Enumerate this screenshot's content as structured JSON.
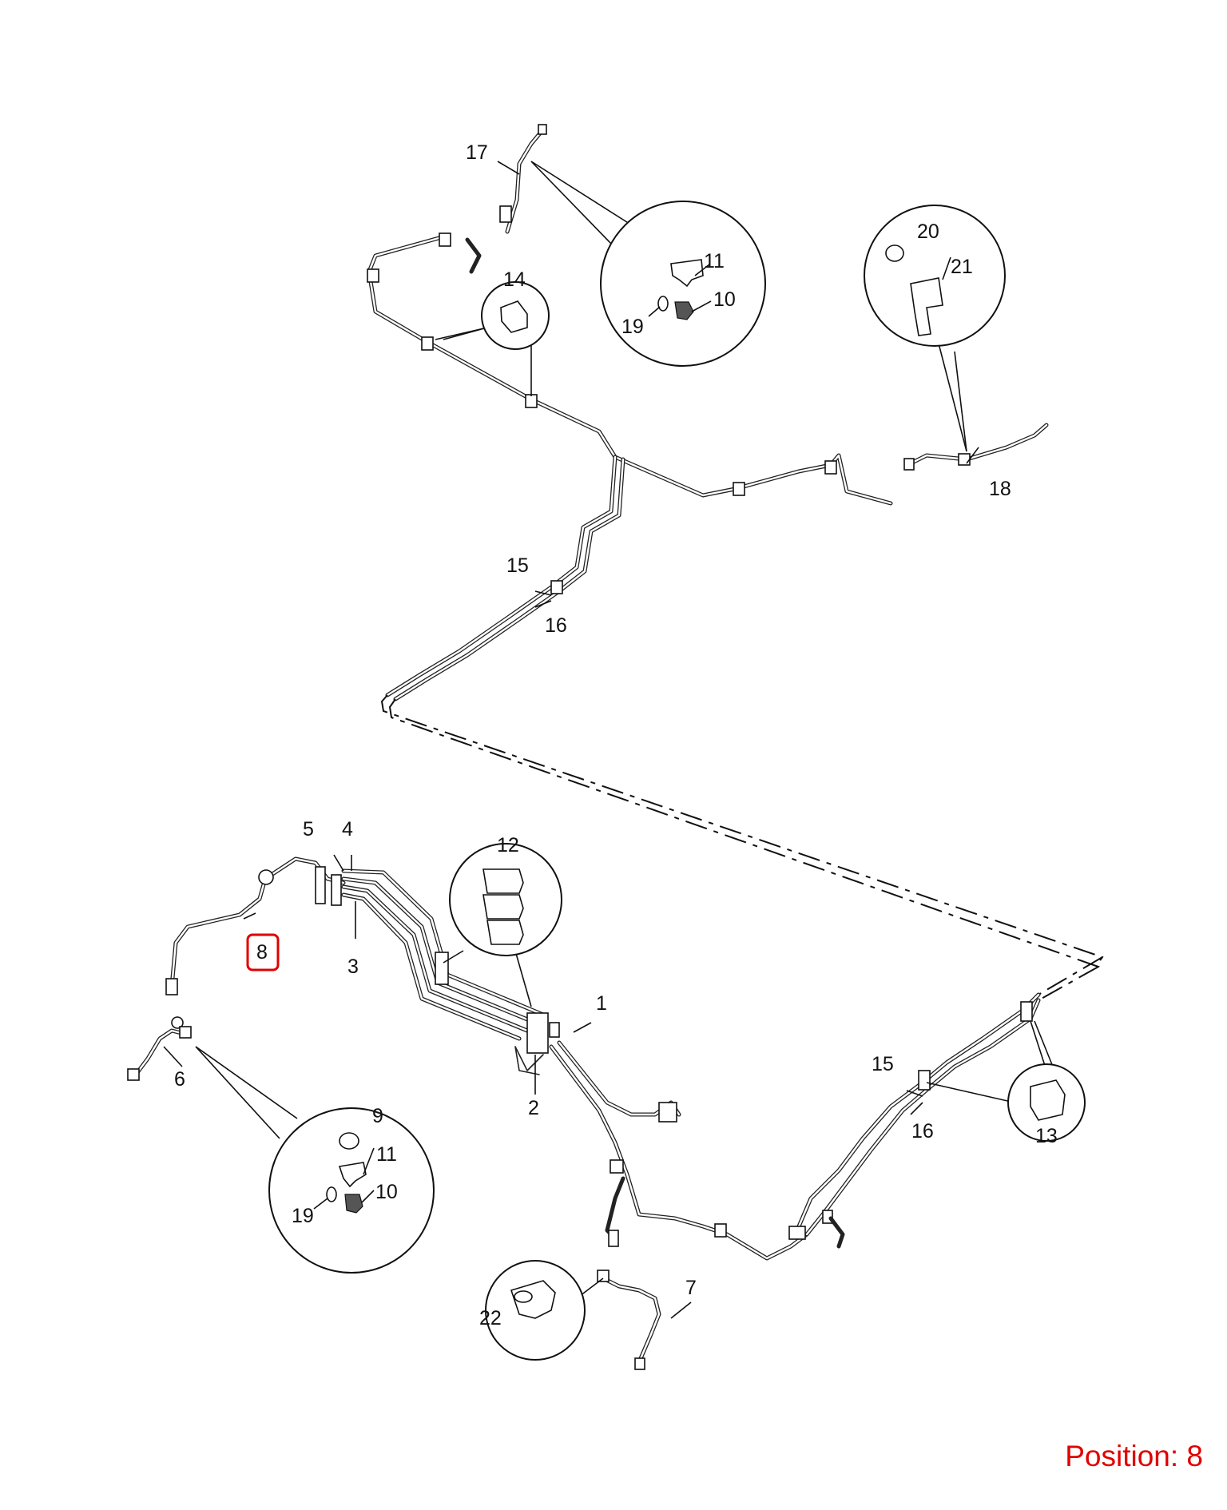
{
  "diagram": {
    "callouts": {
      "c1": "1",
      "c2": "2",
      "c3": "3",
      "c4": "4",
      "c5": "5",
      "c6": "6",
      "c7": "7",
      "c8": "8",
      "c9": "9",
      "c10a": "10",
      "c10b": "10",
      "c11a": "11",
      "c11b": "11",
      "c12": "12",
      "c13": "13",
      "c14": "14",
      "c15a": "15",
      "c15b": "15",
      "c16a": "16",
      "c16b": "16",
      "c17": "17",
      "c18": "18",
      "c19a": "19",
      "c19b": "19",
      "c20": "20",
      "c21": "21",
      "c22": "22"
    },
    "highlighted_callout": "8",
    "highlight_color": "#e00000"
  },
  "position_label": "Position: 8"
}
